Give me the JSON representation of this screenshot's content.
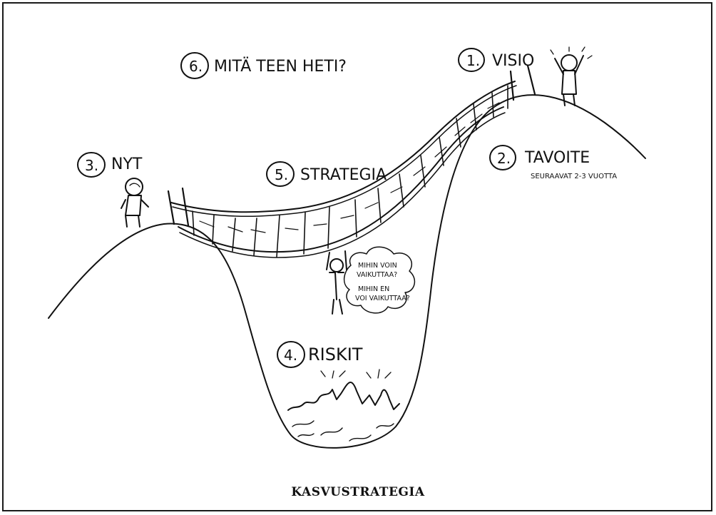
{
  "labels": {
    "visio": {
      "num": "1.",
      "text": "VISIO"
    },
    "tavoite": {
      "num": "2.",
      "text": "TAVOITE",
      "sub": "SEURAAVAT 2-3 VUOTTA"
    },
    "nyt": {
      "num": "3.",
      "text": "NYT"
    },
    "riskit": {
      "num": "4.",
      "text": "RISKIT"
    },
    "strategia": {
      "num": "5.",
      "text": "STRATEGIA"
    },
    "heti": {
      "num": "6.",
      "text": "MITÄ TEEN HETI?"
    }
  },
  "thought": {
    "line1": "MIHIN VOIN",
    "line2": "VAIKUTTAA?",
    "line3": "MIHIN EN",
    "line4": "VOI VAIKUTTAA?"
  },
  "caption": "KASVUSTRATEGIA"
}
